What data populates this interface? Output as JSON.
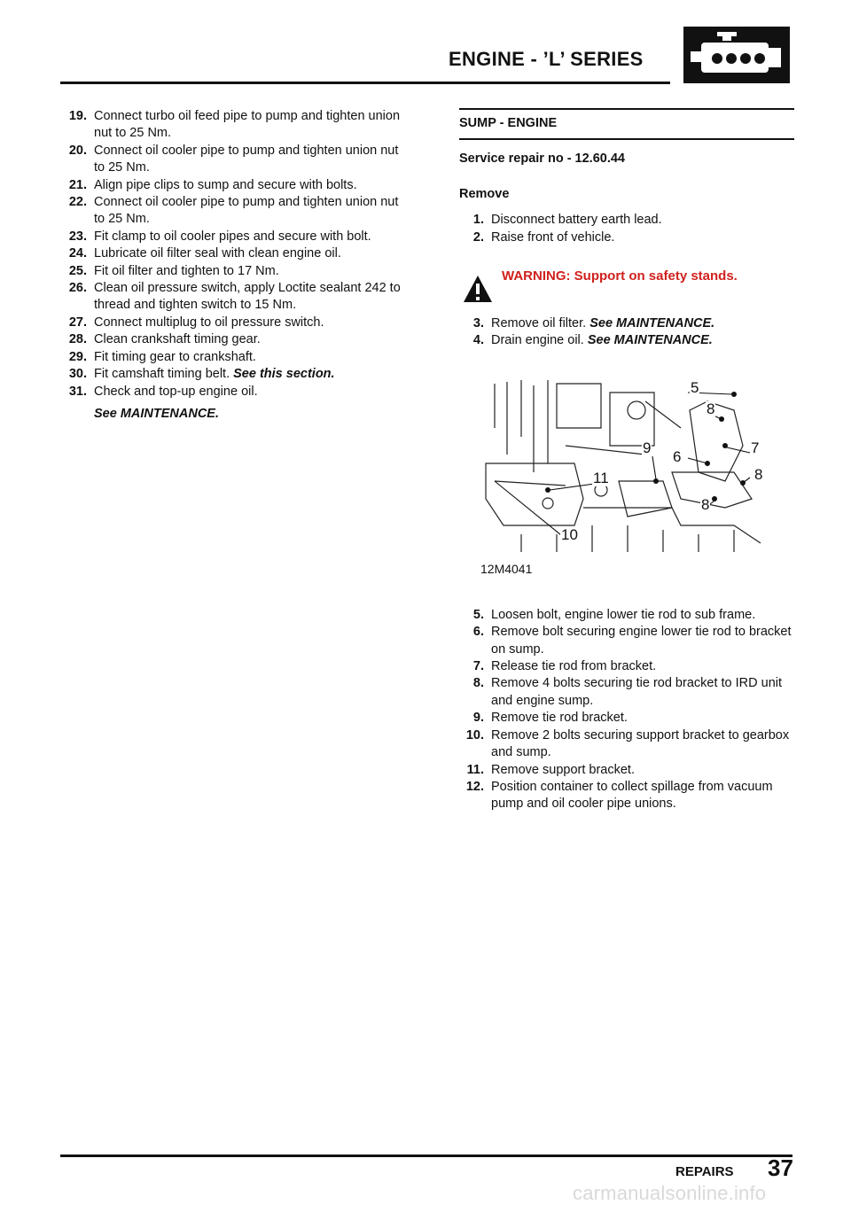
{
  "header": {
    "title": "ENGINE - ’L’ SERIES",
    "icon": "engine-icon"
  },
  "left_steps": [
    {
      "num": "19.",
      "text": "Connect turbo oil feed pipe to pump and tighten union nut to 25 Nm.",
      "ref": ""
    },
    {
      "num": "20.",
      "text": "Connect oil cooler pipe to pump and tighten union nut to 25 Nm.",
      "ref": ""
    },
    {
      "num": "21.",
      "text": "Align pipe clips to sump and secure with bolts.",
      "ref": ""
    },
    {
      "num": "22.",
      "text": "Connect oil cooler pipe to pump and tighten union nut to 25 Nm.",
      "ref": ""
    },
    {
      "num": "23.",
      "text": "Fit clamp to oil cooler pipes and secure with bolt.",
      "ref": ""
    },
    {
      "num": "24.",
      "text": "Lubricate oil filter seal with clean engine oil.",
      "ref": ""
    },
    {
      "num": "25.",
      "text": "Fit oil filter and tighten to 17 Nm.",
      "ref": ""
    },
    {
      "num": "26.",
      "text": "Clean oil pressure switch, apply Loctite sealant 242 to thread and tighten switch to 15 Nm.",
      "ref": ""
    },
    {
      "num": "27.",
      "text": "Connect multiplug to oil pressure switch.",
      "ref": ""
    },
    {
      "num": "28.",
      "text": "Clean crankshaft timing gear.",
      "ref": ""
    },
    {
      "num": "29.",
      "text": "Fit timing gear to crankshaft.",
      "ref": ""
    },
    {
      "num": "30.",
      "text": "Fit camshaft timing belt.",
      "ref": "See this section."
    },
    {
      "num": "31.",
      "text": "Check and top-up engine oil.",
      "ref": ""
    }
  ],
  "left_ref_final": "See  MAINTENANCE.",
  "section": {
    "title": "SUMP - ENGINE",
    "service_no": "Service repair no - 12.60.44",
    "subhead": "Remove",
    "steps_a": [
      {
        "num": "1.",
        "text": "Disconnect battery earth lead.",
        "ref": ""
      },
      {
        "num": "2.",
        "text": "Raise front of vehicle.",
        "ref": ""
      }
    ],
    "warning": "WARNING: Support on safety stands.",
    "steps_b": [
      {
        "num": "3.",
        "text": "Remove oil filter.",
        "ref": "See  MAINTENANCE."
      },
      {
        "num": "4.",
        "text": "Drain engine oil.",
        "ref": "See  MAINTENANCE."
      }
    ],
    "figure": {
      "caption": "12M4041",
      "callouts": [
        "5",
        "8",
        "9",
        "6",
        "7",
        "8",
        "11",
        "8",
        "10"
      ]
    },
    "steps_c": [
      {
        "num": "5.",
        "text": "Loosen bolt, engine lower tie rod to sub frame.",
        "ref": ""
      },
      {
        "num": "6.",
        "text": "Remove bolt securing engine lower tie rod to bracket on sump.",
        "ref": ""
      },
      {
        "num": "7.",
        "text": "Release tie rod from bracket.",
        "ref": ""
      },
      {
        "num": "8.",
        "text": "Remove 4 bolts securing tie rod bracket to IRD unit and engine sump.",
        "ref": ""
      },
      {
        "num": "9.",
        "text": "Remove tie rod bracket.",
        "ref": ""
      },
      {
        "num": "10.",
        "text": "Remove 2 bolts securing support bracket to gearbox and sump.",
        "ref": ""
      },
      {
        "num": "11.",
        "text": "Remove support bracket.",
        "ref": ""
      },
      {
        "num": "12.",
        "text": "Position container to collect spillage from vacuum pump and oil cooler pipe unions.",
        "ref": ""
      }
    ]
  },
  "footer": {
    "label": "REPAIRS",
    "page": "37"
  },
  "watermark": "carmanualsonline.info",
  "colors": {
    "warning": "#d0211d",
    "rule": "#111111"
  }
}
